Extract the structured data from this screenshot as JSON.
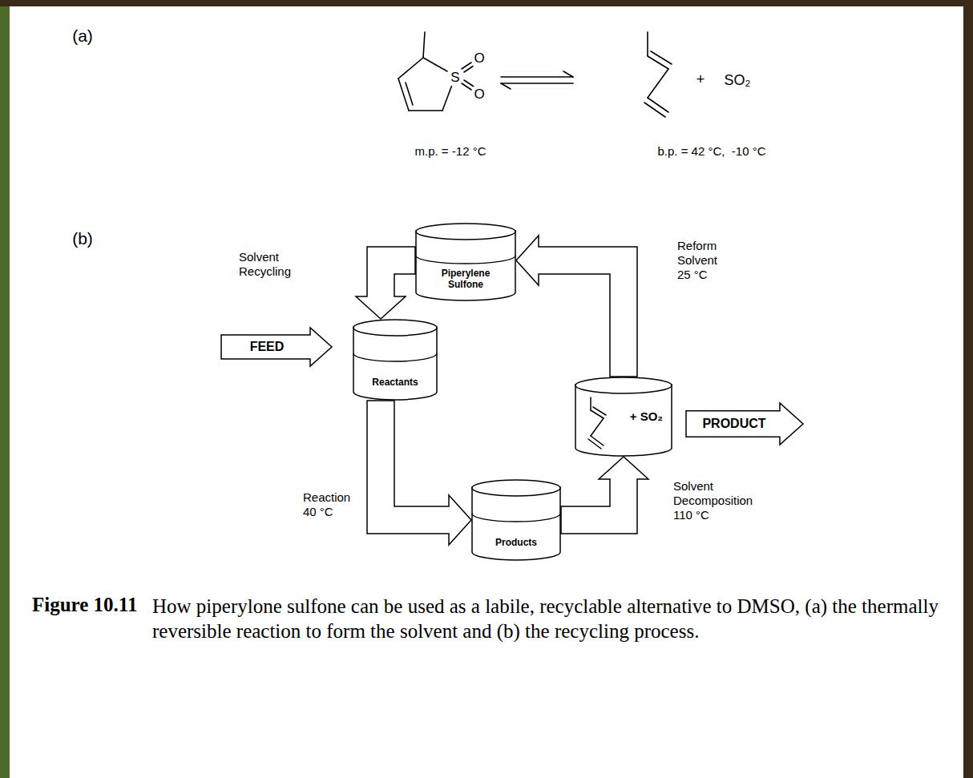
{
  "diagram": {
    "caption": "How piperylone sulfone can be used as a labile, recyclable alternative to DMSO, (a) the thermally reversible reaction to form the solvent and (b) the recycling process.",
    "nodes": [
      {
        "text": [
          "Piperylene Sulfone"
        ]
      },
      {
        "text": [
          "FEED"
        ]
      },
      {
        "text": [
          "Reactants"
        ]
      },
      {
        "text": [
          "+ SO₂"
        ]
      },
      {
        "text": [
          "PRODUCT"
        ]
      },
      {
        "text": [
          "Products"
        ]
      }
    ],
    "edges": [
      {
        "from": 0,
        "to": 2,
        "arrow": "to",
        "label": "Solvent Recycling"
      },
      {
        "from": 2,
        "to": 5,
        "arrow": "to",
        "label": "Reaction 40 °C"
      },
      {
        "from": 5,
        "to": 3,
        "arrow": "to",
        "label": "Solvent Decomposition 110 °C"
      },
      {
        "from": 3,
        "to": 0,
        "arrow": "to",
        "label": "Reform Solvent 25 °C"
      }
    ],
    "labels": [
      "(a)",
      "S",
      "O",
      "O",
      "m.p. = -12 °C",
      "+",
      "SO₂",
      "b.p. = 42 °C,  -10 °C",
      "(b)",
      "Figure 10.11"
    ]
  }
}
